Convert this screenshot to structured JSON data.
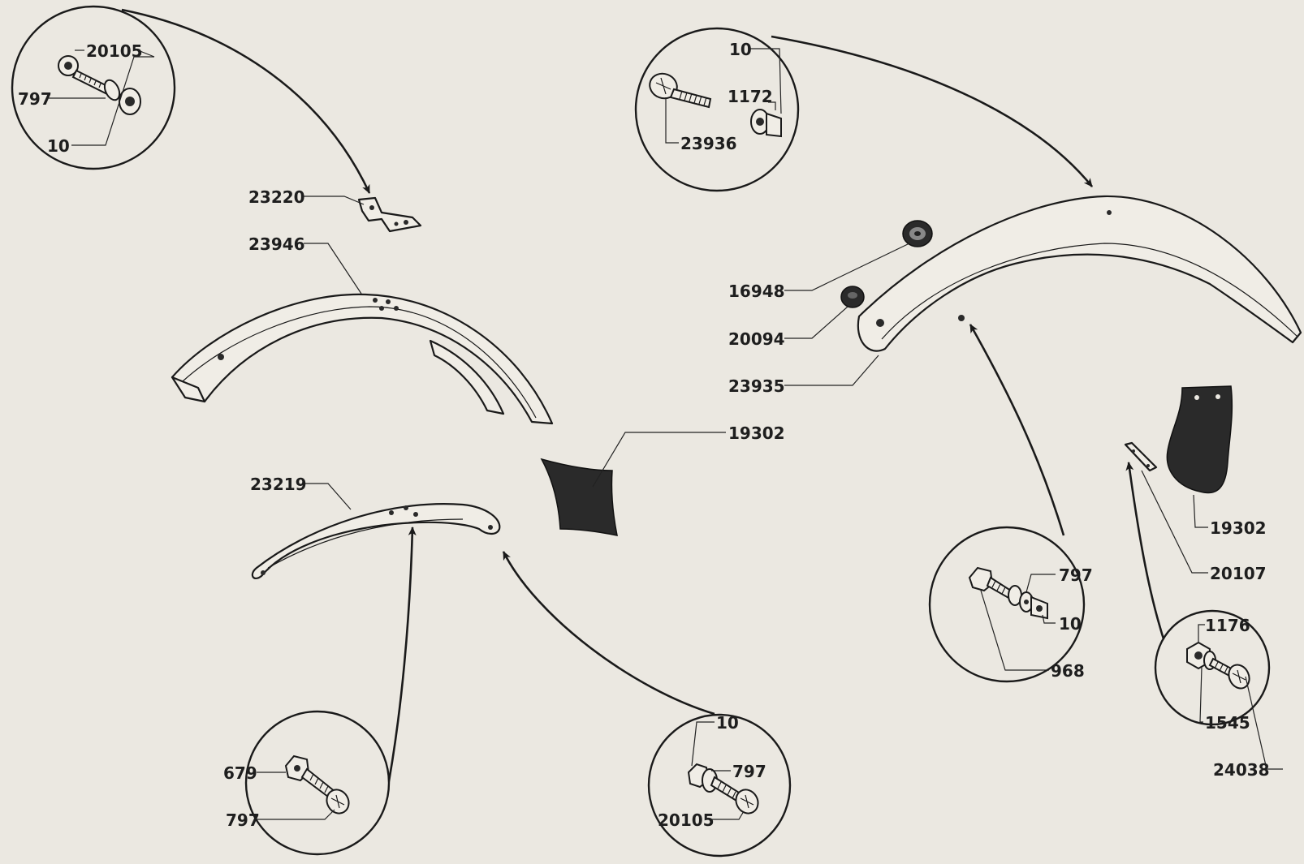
{
  "background": "#ebe8e1",
  "ink": "#1a1a1a",
  "callouts": {
    "top_left": {
      "bolt": "20105",
      "washer": "797",
      "nut": "10"
    },
    "top_middle": {
      "nut": "10",
      "washer": "1172",
      "bolt": "23936"
    },
    "bottom_left": {
      "nut": "679",
      "bolt": "797"
    },
    "bottom_middle": {
      "nut": "10",
      "washer": "797",
      "bolt": "20105"
    },
    "right_middle": {
      "washer": "797",
      "nut": "10",
      "bolt": "968"
    },
    "right_bottom": {
      "nut": "1176",
      "washer": "1545",
      "bolt": "24038"
    }
  },
  "parts": {
    "bracket": "23220",
    "front_mudguard": "23946",
    "mudguard_stay": "23219",
    "front_mudflap": "19302",
    "rubber_grommet": "16948",
    "plug": "20094",
    "rear_mudguard": "23935",
    "rear_mudflap": "19302",
    "clamp_plate": "20107"
  }
}
